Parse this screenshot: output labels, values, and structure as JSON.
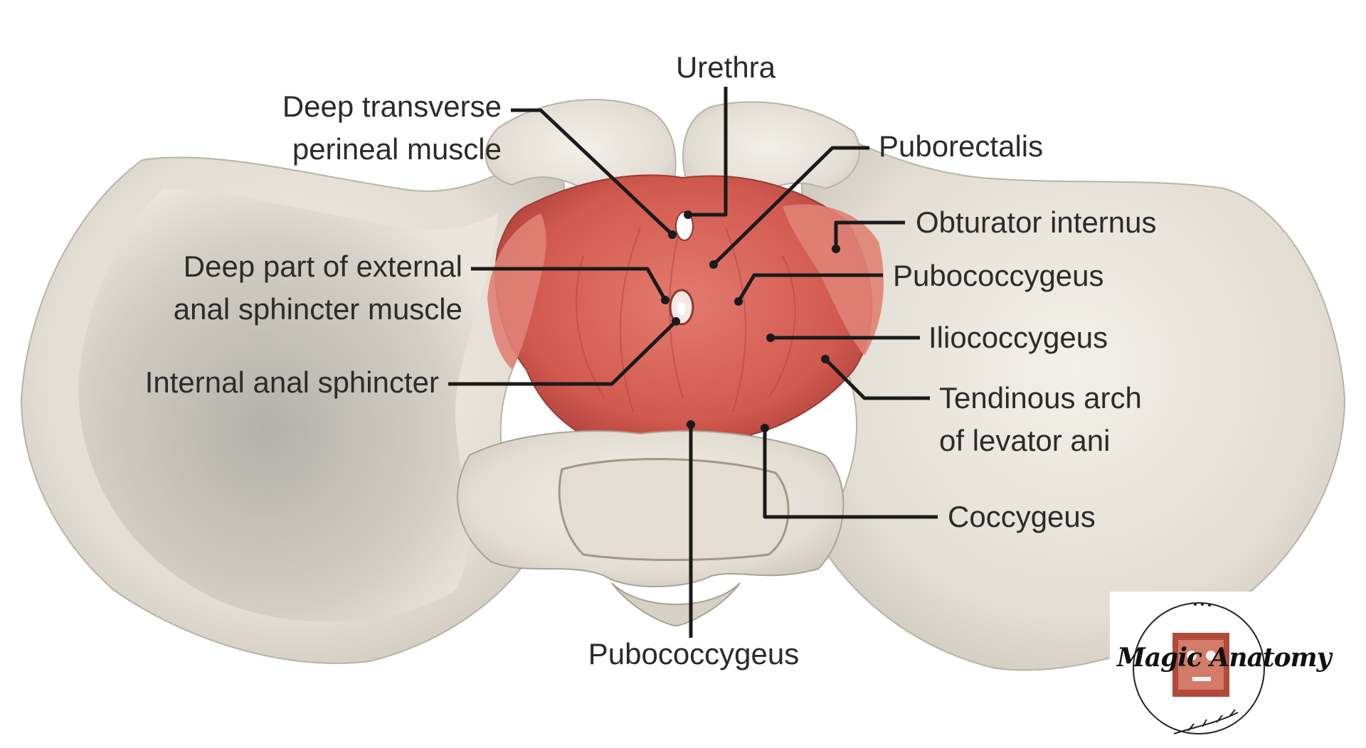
{
  "labels": {
    "urethra": "Urethra",
    "deep_transverse_1": "Deep transverse",
    "deep_transverse_2": "perineal muscle",
    "puborectalis": "Puborectalis",
    "obturator_internus": "Obturator internus",
    "deep_external_1": "Deep part of external",
    "deep_external_2": "anal sphincter muscle",
    "pubococcygeus_right": "Pubococcygeus",
    "iliococcygeus": "Iliococcygeus",
    "internal_anal_sphincter": "Internal anal sphincter",
    "tendinous_arch_1": "Tendinous arch",
    "tendinous_arch_2": "of levator ani",
    "coccygeus": "Coccygeus",
    "pubococcygeus_bottom": "Pubococcygeus"
  },
  "logo": {
    "text": "Magic Anatomy"
  },
  "colors": {
    "bone": "#e9e5dc",
    "bone_shadow": "#bcb6aa",
    "muscle": "#d8645a",
    "muscle_dark": "#b4443d",
    "leader": "#1a1a1a",
    "text": "#2b2b2b"
  }
}
